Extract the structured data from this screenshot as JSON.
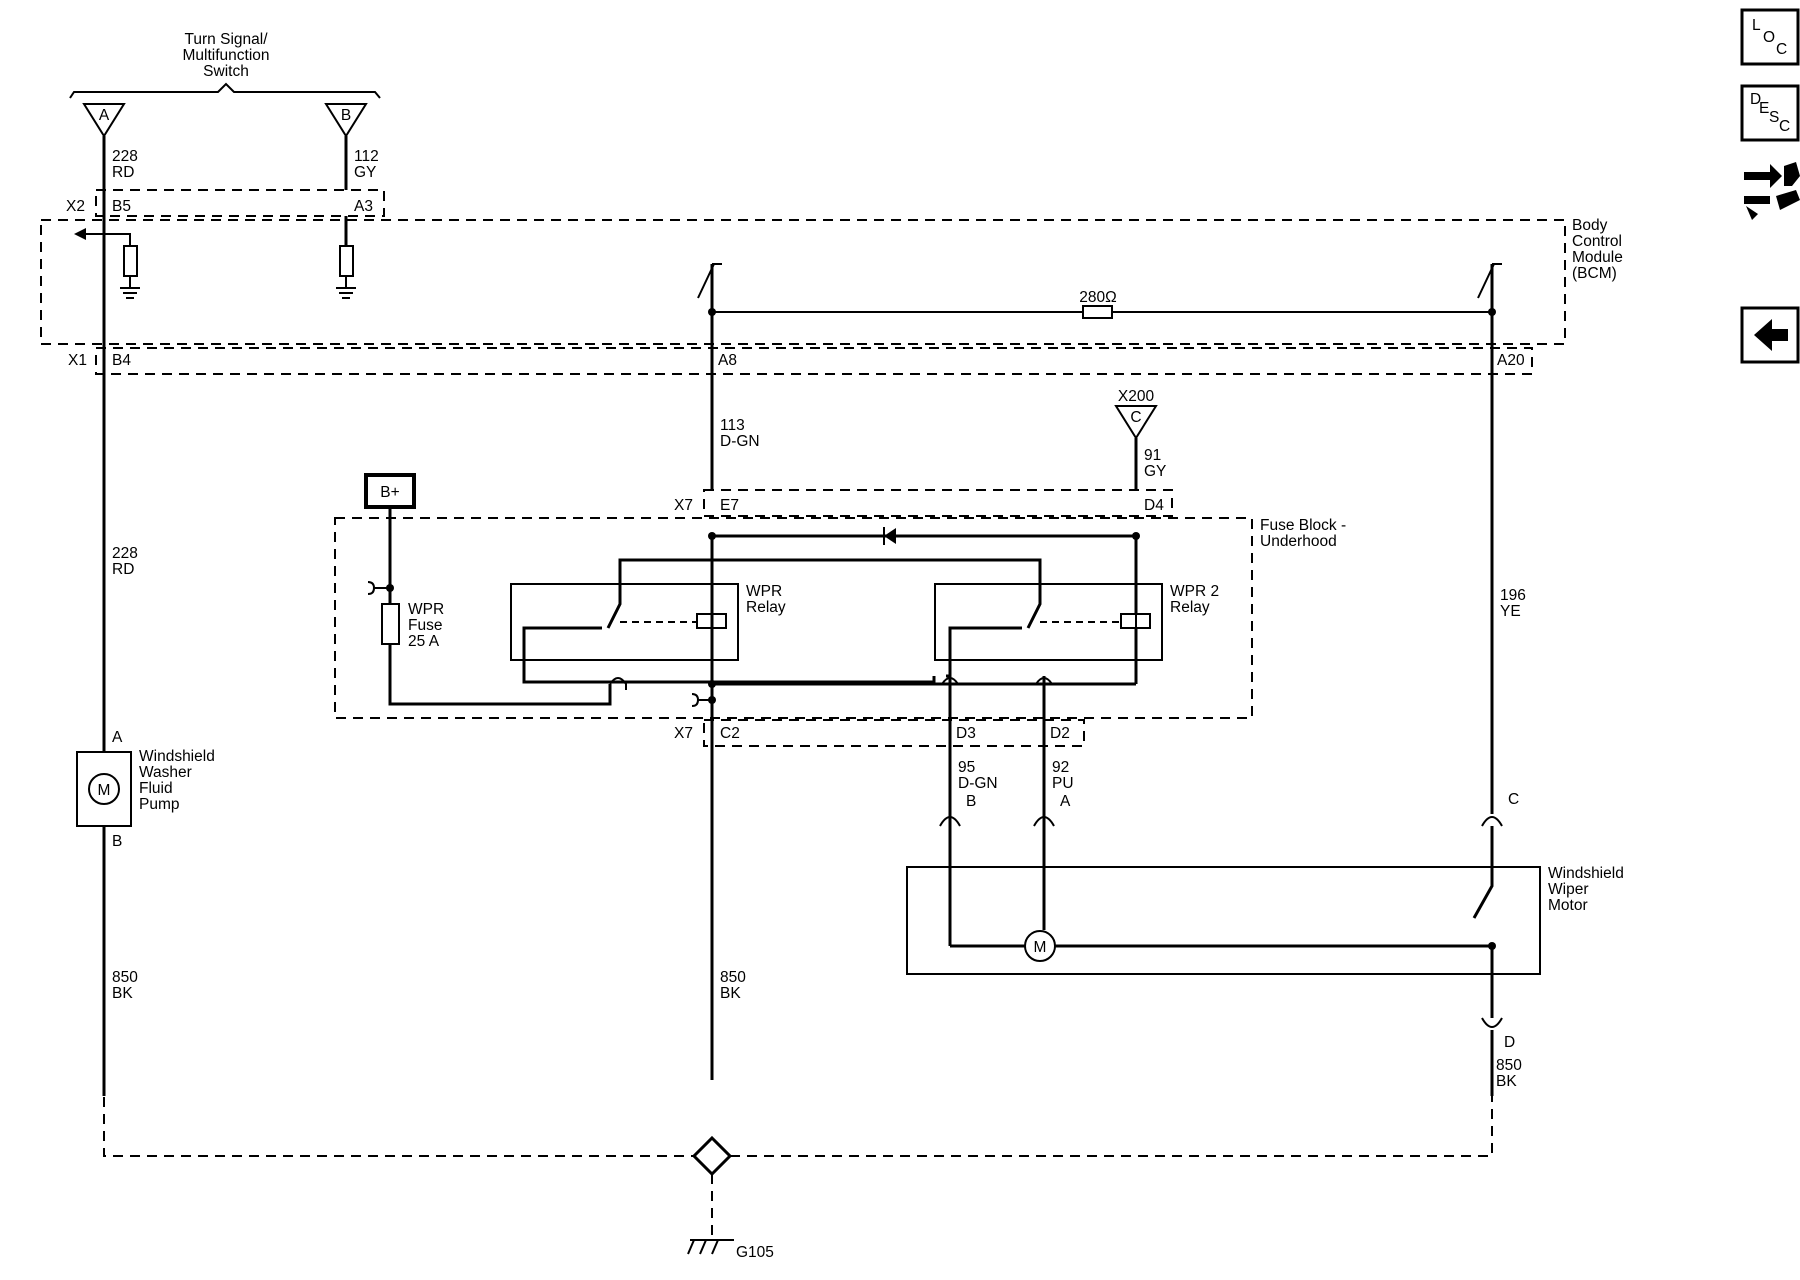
{
  "components": {
    "turn_signal_switch": [
      "Turn Signal/",
      "Multifunction",
      "Switch"
    ],
    "bcm": [
      "Body",
      "Control",
      "Module",
      "(BCM)"
    ],
    "fuse_block": [
      "Fuse Block -",
      "Underhood"
    ],
    "wpr_relay": [
      "WPR",
      "Relay"
    ],
    "wpr2_relay": [
      "WPR 2",
      "Relay"
    ],
    "wpr_fuse": [
      "WPR",
      "Fuse",
      "25 A"
    ],
    "washer_pump": [
      "Windshield",
      "Washer",
      "Fluid",
      "Pump"
    ],
    "wiper_motor": [
      "Windshield",
      "Wiper",
      "Motor"
    ],
    "b_plus": "B+",
    "resistor": "280Ω",
    "motor_symbol": "M",
    "ground": "G105"
  },
  "connectors": {
    "x2": "X2",
    "x1": "X1",
    "x7": "X7",
    "x200": "X200",
    "b5": "B5",
    "a3": "A3",
    "b4": "B4",
    "a8": "A8",
    "a20": "A20",
    "e7": "E7",
    "d4": "D4",
    "c2": "C2",
    "d3": "D3",
    "d2": "D2",
    "switch_a": "A",
    "switch_b": "B",
    "x200_c": "C",
    "pump_a": "A",
    "pump_b": "B",
    "motor_b": "B",
    "motor_a": "A",
    "motor_c": "C",
    "motor_d": "D"
  },
  "wires": {
    "w228_top": [
      "228",
      "RD"
    ],
    "w112": [
      "112",
      "GY"
    ],
    "w228_mid": [
      "228",
      "RD"
    ],
    "w113": [
      "113",
      "D-GN"
    ],
    "w91": [
      "91",
      "GY"
    ],
    "w196": [
      "196",
      "YE"
    ],
    "w95": [
      "95",
      "D-GN"
    ],
    "w92": [
      "92",
      "PU"
    ],
    "w850_left": [
      "850",
      "BK"
    ],
    "w850_mid": [
      "850",
      "BK"
    ],
    "w850_right": [
      "850",
      "BK"
    ]
  },
  "sidebar": {
    "loc_letters": [
      "L",
      "O",
      "C"
    ],
    "desc_letters": [
      "D",
      "E",
      "S",
      "C"
    ]
  },
  "icons": [
    "loc-icon",
    "desc-icon",
    "connector-tool-icon",
    "back-arrow-icon"
  ]
}
